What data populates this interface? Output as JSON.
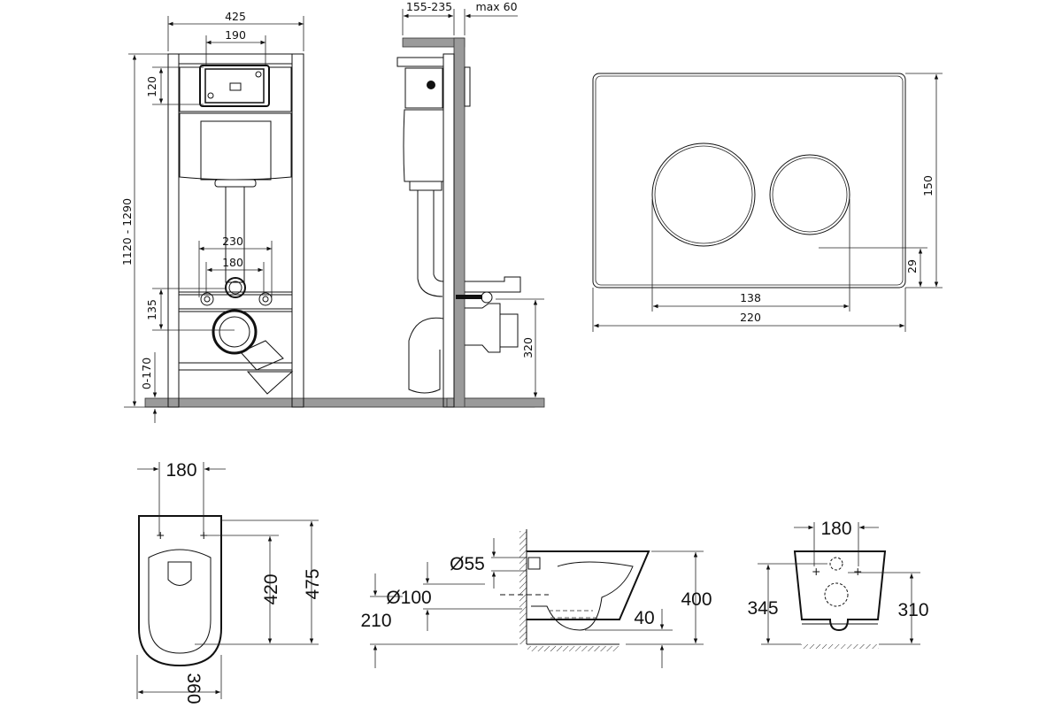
{
  "frame_front": {
    "width": "425",
    "plate_width": "190",
    "plate_height": "120",
    "height_range": "1120 - 1290",
    "bolt_outer": "230",
    "bolt_inner": "180",
    "drain_offset": "135",
    "leg_adjust": "0-170"
  },
  "frame_side": {
    "depth_range": "155-235",
    "wall_max": "max 60",
    "drain_height": "320"
  },
  "flush_plate": {
    "height": "150",
    "button_offset": "29",
    "button_span": "138",
    "width": "220"
  },
  "bowl_top": {
    "bolt_spacing": "180",
    "inner_length": "420",
    "length": "475",
    "width": "360"
  },
  "bowl_side": {
    "inlet_diameter": "Ø55",
    "outlet_diameter": "Ø100",
    "outlet_height": "210",
    "height": "400",
    "water_depth": "40"
  },
  "bowl_back": {
    "bolt_spacing": "180",
    "outer_height": "345",
    "inner_height": "310"
  }
}
